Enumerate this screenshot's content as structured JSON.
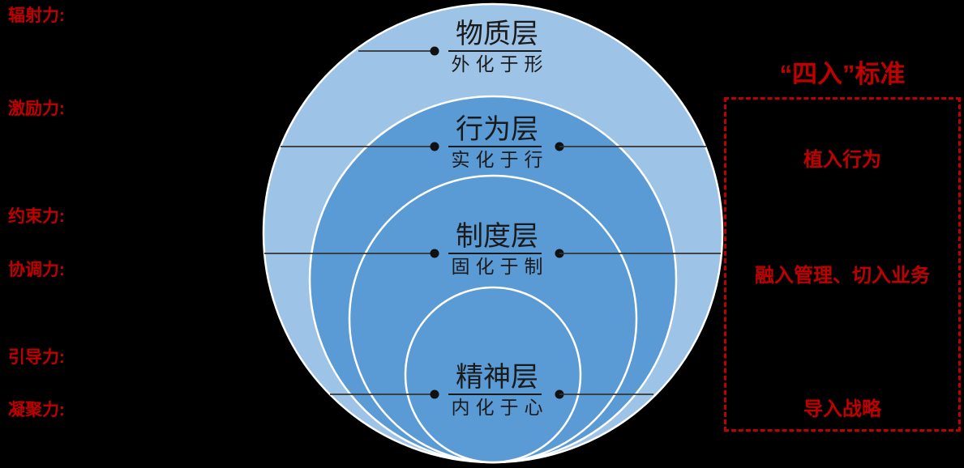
{
  "left_labels": [
    {
      "id": "radiation",
      "text": "辐射力:"
    },
    {
      "id": "motivation",
      "text": "激励力:"
    },
    {
      "id": "restraint",
      "text": "约束力:"
    },
    {
      "id": "coordination",
      "text": "协调力:"
    },
    {
      "id": "guidance",
      "text": "引导力:"
    },
    {
      "id": "cohesion",
      "text": "凝聚力:"
    }
  ],
  "layers": [
    {
      "title": "物质层",
      "subtitle": "外化于形"
    },
    {
      "title": "行为层",
      "subtitle": "实化于行"
    },
    {
      "title": "制度层",
      "subtitle": "固化于制"
    },
    {
      "title": "精神层",
      "subtitle": "内化于心"
    }
  ],
  "right_panel": {
    "title": "“四入”标准",
    "items": [
      "植入行为",
      "融入管理、切入业务",
      "导入战略"
    ]
  },
  "colors": {
    "background": "#000000",
    "outer_circle_fill": "#9DC3E6",
    "inner_circle_fill": "#5B9BD5",
    "circle_stroke": "#FFFFFF",
    "accent_red": "#C00000",
    "callout_line": "#333333",
    "text_black": "#1A1A1A"
  }
}
